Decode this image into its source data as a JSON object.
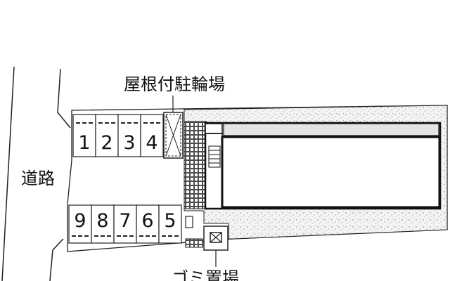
{
  "labels": {
    "bicycle_parking": "屋根付駐輪場",
    "road": "道路",
    "garbage": "ゴミ置場"
  },
  "parking": {
    "upper_row": [
      "1",
      "2",
      "3",
      "4"
    ],
    "lower_row": [
      "9",
      "8",
      "7",
      "6",
      "5"
    ]
  },
  "colors": {
    "line": "#111111",
    "gravel_fill": "#f1f1f1",
    "walkway": "#e4e4e4"
  }
}
